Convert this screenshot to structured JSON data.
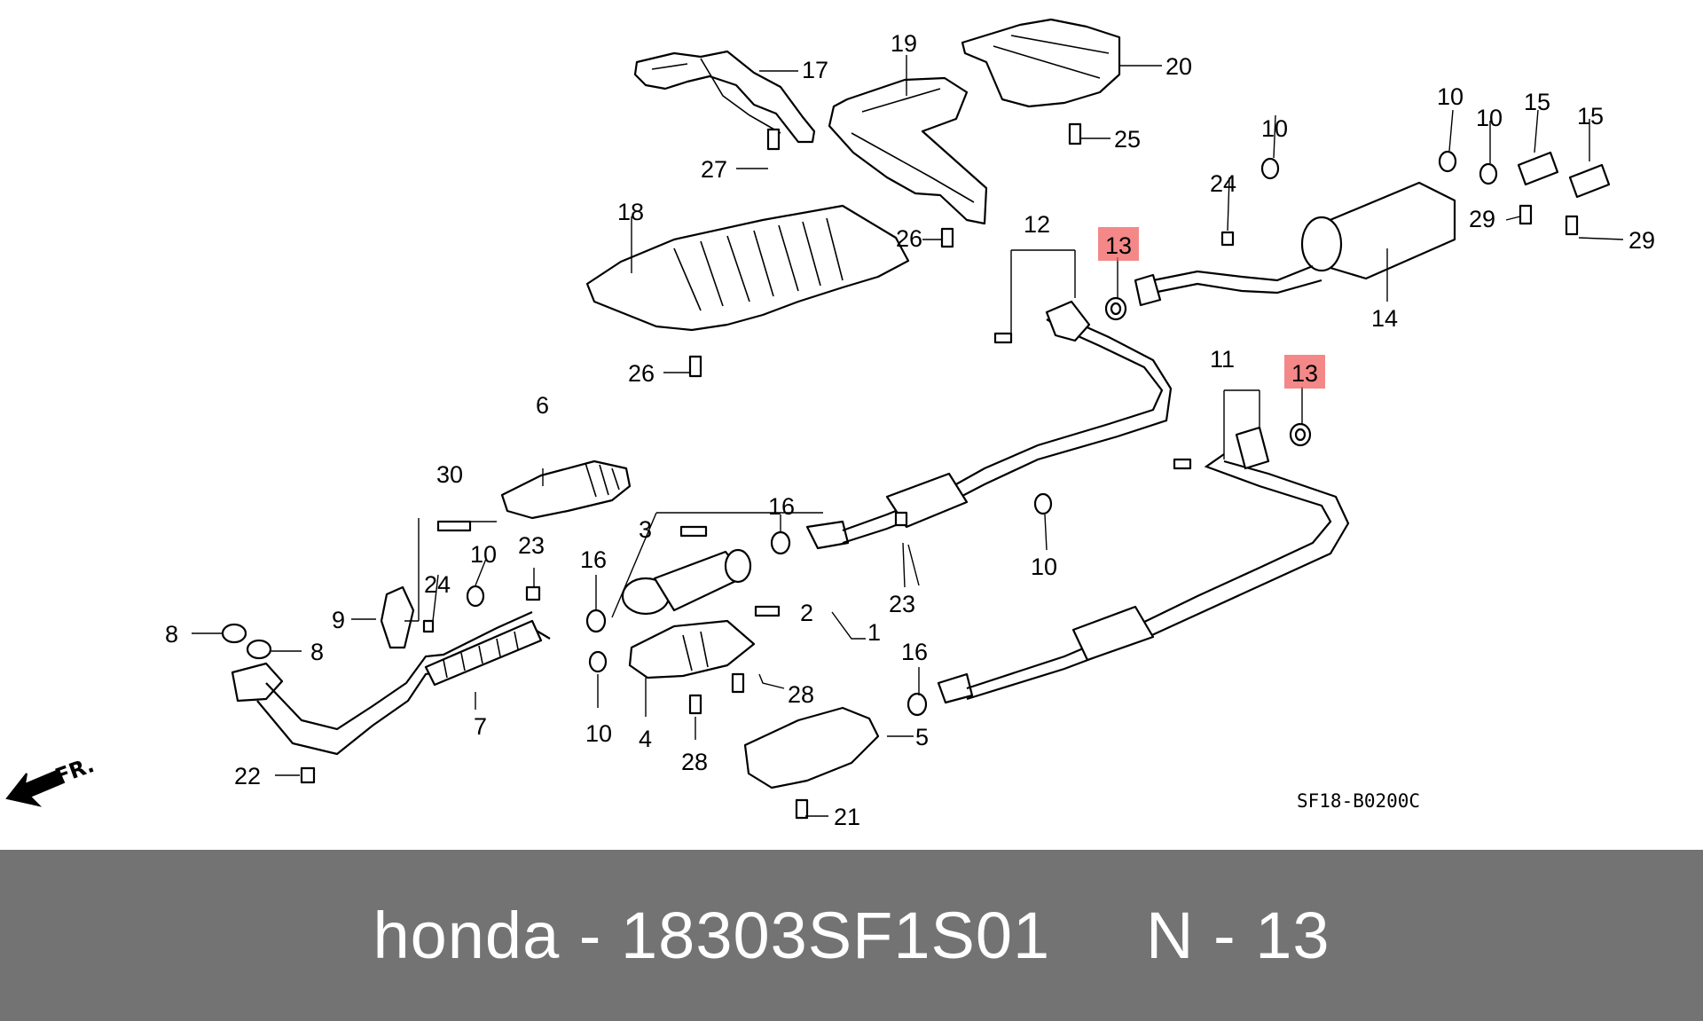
{
  "diagram": {
    "code": "SF18-B0200C",
    "direction_label": "FR.",
    "highlight_color": "#f06060",
    "labels": {
      "p1": "1",
      "p2": "2",
      "p3": "3",
      "p4": "4",
      "p5": "5",
      "p6": "6",
      "p7": "7",
      "p8a": "8",
      "p8b": "8",
      "p9": "9",
      "p10a": "10",
      "p10b": "10",
      "p10c": "10",
      "p10d": "10",
      "p10e": "10",
      "p10f": "10",
      "p11": "11",
      "p12": "12",
      "p13a": "13",
      "p13b": "13",
      "p14": "14",
      "p15a": "15",
      "p15b": "15",
      "p16a": "16",
      "p16b": "16",
      "p16c": "16",
      "p17": "17",
      "p18": "18",
      "p19": "19",
      "p20": "20",
      "p21": "21",
      "p22": "22",
      "p23a": "23",
      "p23b": "23",
      "p24a": "24",
      "p24b": "24",
      "p25": "25",
      "p26a": "26",
      "p26b": "26",
      "p27": "27",
      "p28a": "28",
      "p28b": "28",
      "p29a": "29",
      "p29b": "29",
      "p30": "30"
    }
  },
  "footer": {
    "brand": "honda",
    "part_number": "18303SF1S01",
    "ref": "N - 13",
    "background": "#737373"
  }
}
